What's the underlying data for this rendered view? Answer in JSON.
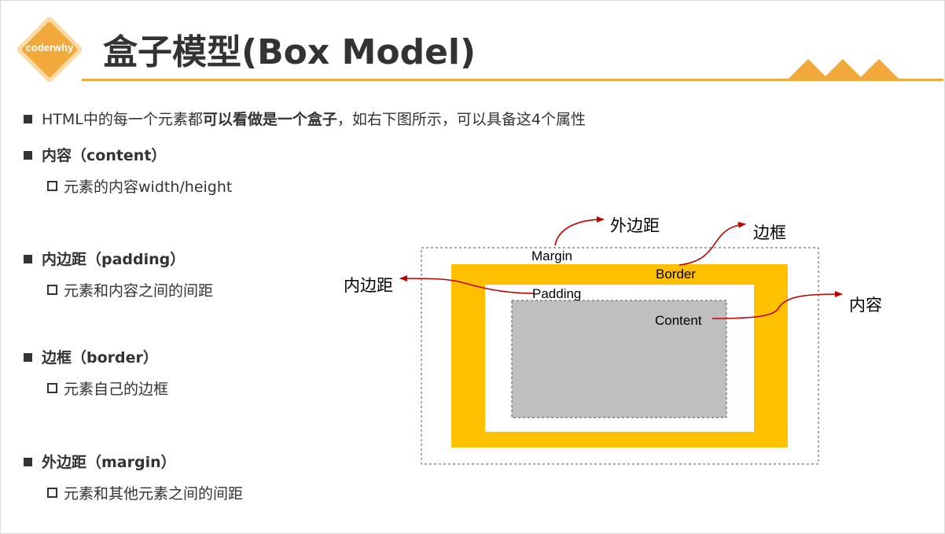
{
  "header": {
    "logo_text": "coderwhy",
    "title": "盒子模型(Box Model)"
  },
  "intro": {
    "prefix": "HTML中的每一个元素都",
    "bold": "可以看做是一个盒子",
    "suffix": "，如右下图所示，可以具备这4个属性"
  },
  "sections": [
    {
      "title": "内容（content）",
      "detail": "元素的内容width/height"
    },
    {
      "title": "内边距（padding）",
      "detail": "元素和内容之间的间距"
    },
    {
      "title": "边框（border）",
      "detail": "元素自己的边框"
    },
    {
      "title": "外边距（margin）",
      "detail": "元素和其他元素之间的间距"
    }
  ],
  "diagram": {
    "margin_label": "Margin",
    "border_label": "Border",
    "padding_label": "Padding",
    "content_label": "Content",
    "margin_cn": "外边距",
    "border_cn": "边框",
    "padding_cn": "内边距",
    "content_cn": "内容",
    "colors": {
      "border_fill": "#ffc000",
      "content_fill": "#bfbfbf",
      "arrow": "#c00000",
      "accent": "#f2a93b"
    }
  }
}
